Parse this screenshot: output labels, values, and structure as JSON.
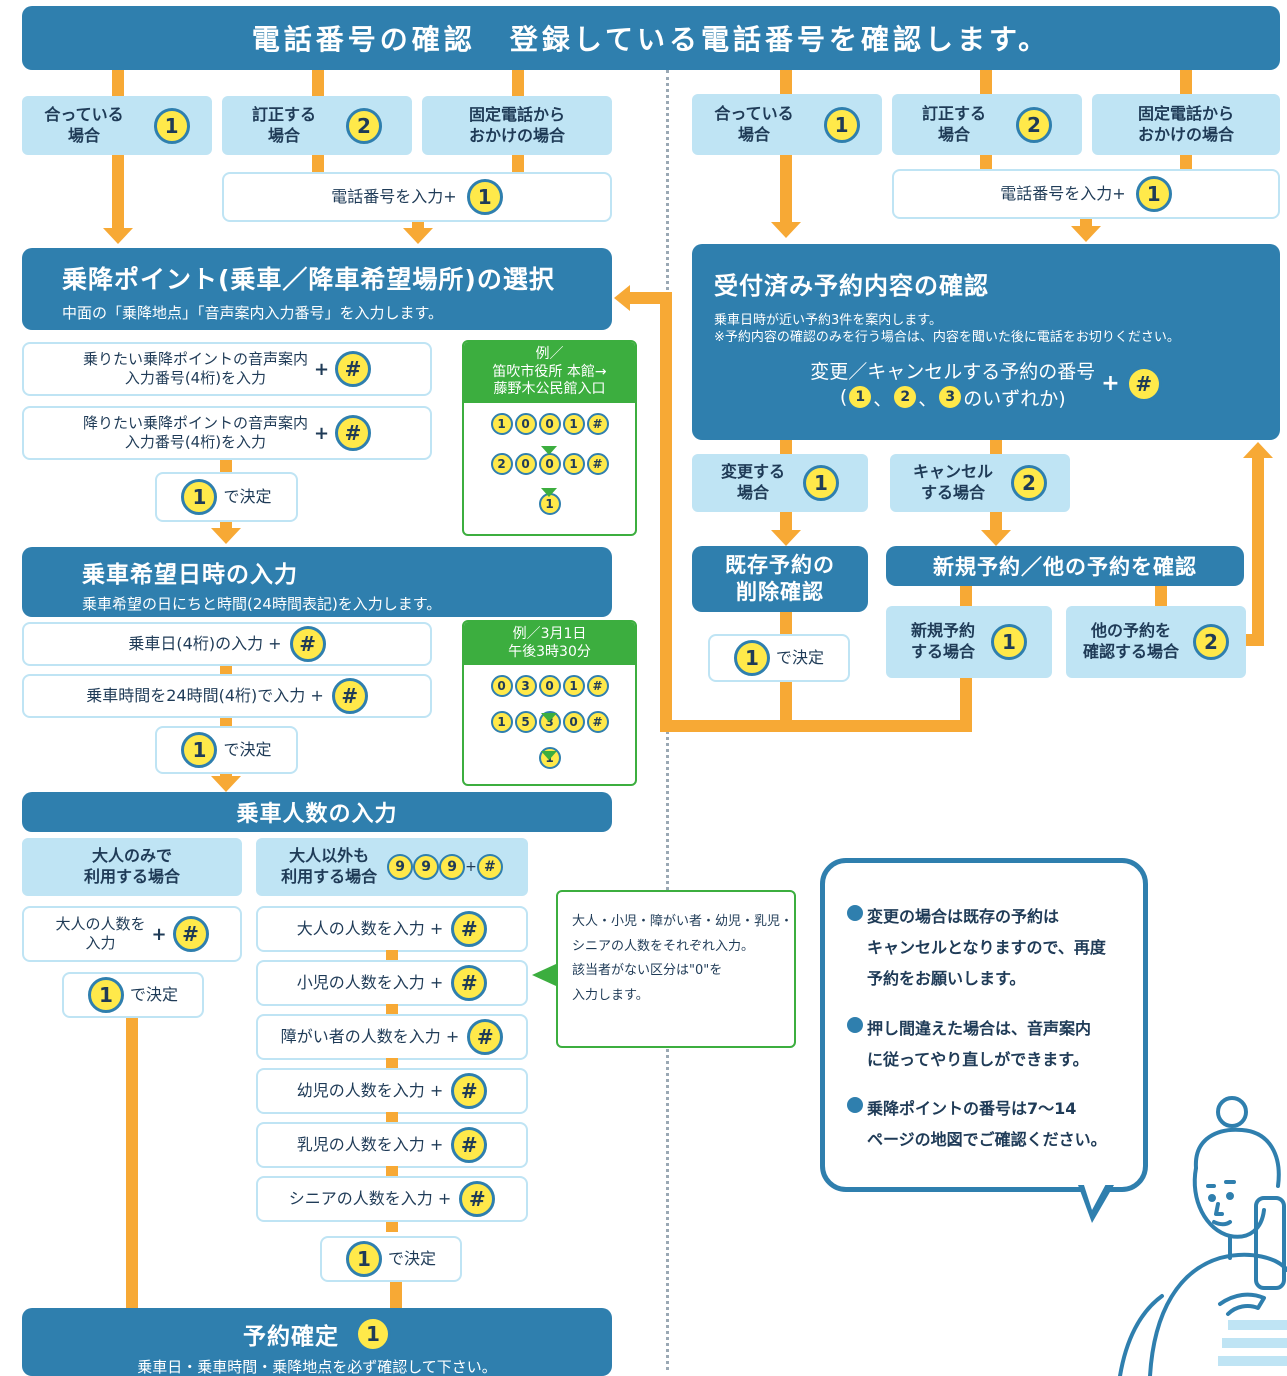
{
  "header": {
    "title": "電話番号の確認",
    "subtitle": "登録している電話番号を確認します。"
  },
  "left": {
    "opt1": {
      "label": "合っている\n場合",
      "num": "1"
    },
    "opt2": {
      "label": "訂正する\n場合",
      "num": "2"
    },
    "opt3": {
      "label": "固定電話から\nおかけの場合"
    },
    "phone_input": {
      "label": "電話番号を入力+",
      "num": "1"
    },
    "boarding": {
      "title": "乗降ポイント(乗車／降車希望場所)の選択",
      "subtitle": "中面の「乗降地点」「音声案内入力番号」を入力します。",
      "step1": "乗りたい乗降ポイントの音声案内\n入力番号(4桁)を入力",
      "step2": "降りたい乗降ポイントの音声案内\n入力番号(4桁)を入力",
      "hash": "#",
      "plus": "+",
      "decide_num": "1",
      "decide_label": "で決定",
      "example": {
        "head": "例／\n笛吹市役所 本館→\n藤野木公民館入口",
        "row1": [
          "1",
          "0",
          "0",
          "1",
          "#"
        ],
        "row2": [
          "2",
          "0",
          "0",
          "1",
          "#"
        ],
        "final": "1"
      }
    },
    "datetime": {
      "title": "乗車希望日時の入力",
      "subtitle": "乗車希望の日にちと時間(24時間表記)を入力します。",
      "step1": "乗車日(4桁)の入力 +",
      "step2": "乗車時間を24時間(4桁)で入力 +",
      "decide_num": "1",
      "decide_label": "で決定",
      "example": {
        "head": "例／3月1日\n午後3時30分",
        "row1": [
          "0",
          "3",
          "0",
          "1",
          "#"
        ],
        "row2": [
          "1",
          "5",
          "3",
          "0",
          "#"
        ],
        "final": "1"
      }
    },
    "passengers": {
      "title": "乗車人数の入力",
      "adult_only": {
        "label": "大人のみで\n利用する場合",
        "step": "大人の人数を\n入力",
        "plus": "+",
        "decide_num": "1",
        "decide_label": "で決定"
      },
      "others": {
        "label": "大人以外も\n利用する場合",
        "keys": [
          "9",
          "9",
          "9"
        ],
        "plus": "+",
        "hash": "#",
        "steps": [
          "大人の人数を入力 +",
          "小児の人数を入力 +",
          "障がい者の人数を入力 +",
          "幼児の人数を入力 +",
          "乳児の人数を入力 +",
          "シニアの人数を入力 +"
        ],
        "decide_num": "1",
        "decide_label": "で決定"
      },
      "note": "大人・小児・障がい者・幼児・乳児・\nシニアの人数をそれぞれ入力。\n該当者がない区分は\"0\"を\n入力します。"
    },
    "confirm": {
      "title": "予約確定",
      "num": "1",
      "subtitle": "乗車日・乗車時間・乗降地点を必ず確認して下さい。"
    }
  },
  "right": {
    "opt1": {
      "label": "合っている\n場合",
      "num": "1"
    },
    "opt2": {
      "label": "訂正する\n場合",
      "num": "2"
    },
    "opt3": {
      "label": "固定電話から\nおかけの場合"
    },
    "phone_input": {
      "label": "電話番号を入力+",
      "num": "1"
    },
    "accepted": {
      "title": "受付済み予約内容の確認",
      "line1": "乗車日時が近い予約3件を案内します。",
      "line2": "※予約内容の確認のみを行う場合は、内容を聞いた後に電話をお切りください。",
      "prompt1": "変更／キャンセルする予約の番号",
      "prompt2a": "(",
      "nums": [
        "1",
        "2",
        "3"
      ],
      "sep": "、",
      "prompt2b": "のいずれか)",
      "plus": "+",
      "hash": "#"
    },
    "change": {
      "label": "変更する\n場合",
      "num": "1"
    },
    "cancel": {
      "label": "キャンセル\nする場合",
      "num": "2"
    },
    "delete_confirm": {
      "title": "既存予約の\n削除確認",
      "decide_num": "1",
      "decide_label": "で決定"
    },
    "new_or_other": {
      "title": "新規予約／他の予約を確認",
      "new": {
        "label": "新規予約\nする場合",
        "num": "1"
      },
      "other": {
        "label": "他の予約を\n確認する場合",
        "num": "2"
      }
    },
    "notes": [
      "変更の場合は既存の予約は\nキャンセルとなりますので、再度\n予約をお願いします。",
      "押し間違えた場合は、音声案内\nに従ってやり直しができます。",
      "乗降ポイントの番号は7～14\nページの地図でご確認ください。"
    ]
  }
}
